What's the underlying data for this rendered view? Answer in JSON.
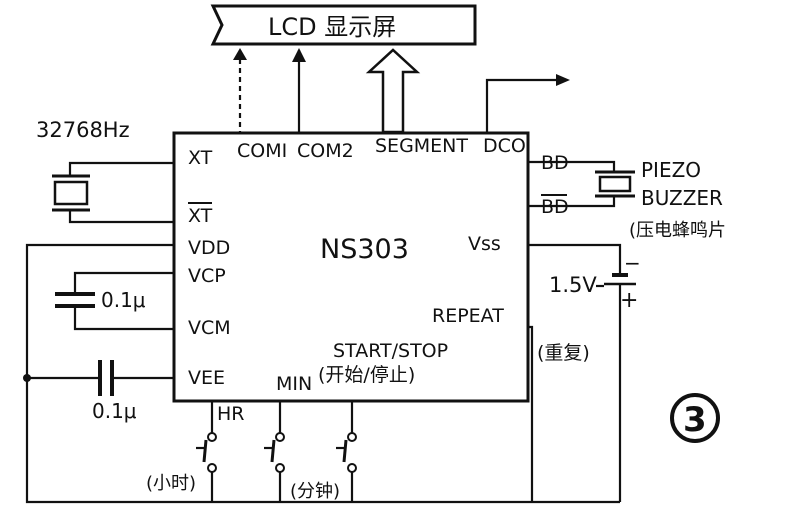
{
  "lcd": {
    "label": "LCD 显示屏"
  },
  "chip": {
    "name": "NS303",
    "pins_left": [
      "XT",
      "XT",
      "VDD",
      "VCP",
      "VCM",
      "VEE"
    ],
    "pins_top": [
      "COMI",
      "COM2",
      "SEGMENT",
      "DCO"
    ],
    "pins_right": [
      "BD",
      "BD",
      "Vss",
      "REPEAT"
    ],
    "pins_bottom": {
      "hr": "HR",
      "min": "MIN",
      "start_stop": "START/STOP",
      "start_stop_cn": "(开始/停止)"
    }
  },
  "crystal": {
    "label": "32768Hz"
  },
  "capacitors": {
    "vcp_vcm": "0.1μ",
    "vee": "0.1μ"
  },
  "buzzer": {
    "line1": "PIEZO",
    "line2": "BUZZER",
    "line3": "(压电蜂鸣片"
  },
  "battery": {
    "label": "1.5V",
    "minus": "−",
    "plus": "+"
  },
  "repeat_cn": "(重复)",
  "switch_labels": {
    "hour": "(小时)",
    "minute": "(分钟)"
  },
  "figure_number": "3"
}
